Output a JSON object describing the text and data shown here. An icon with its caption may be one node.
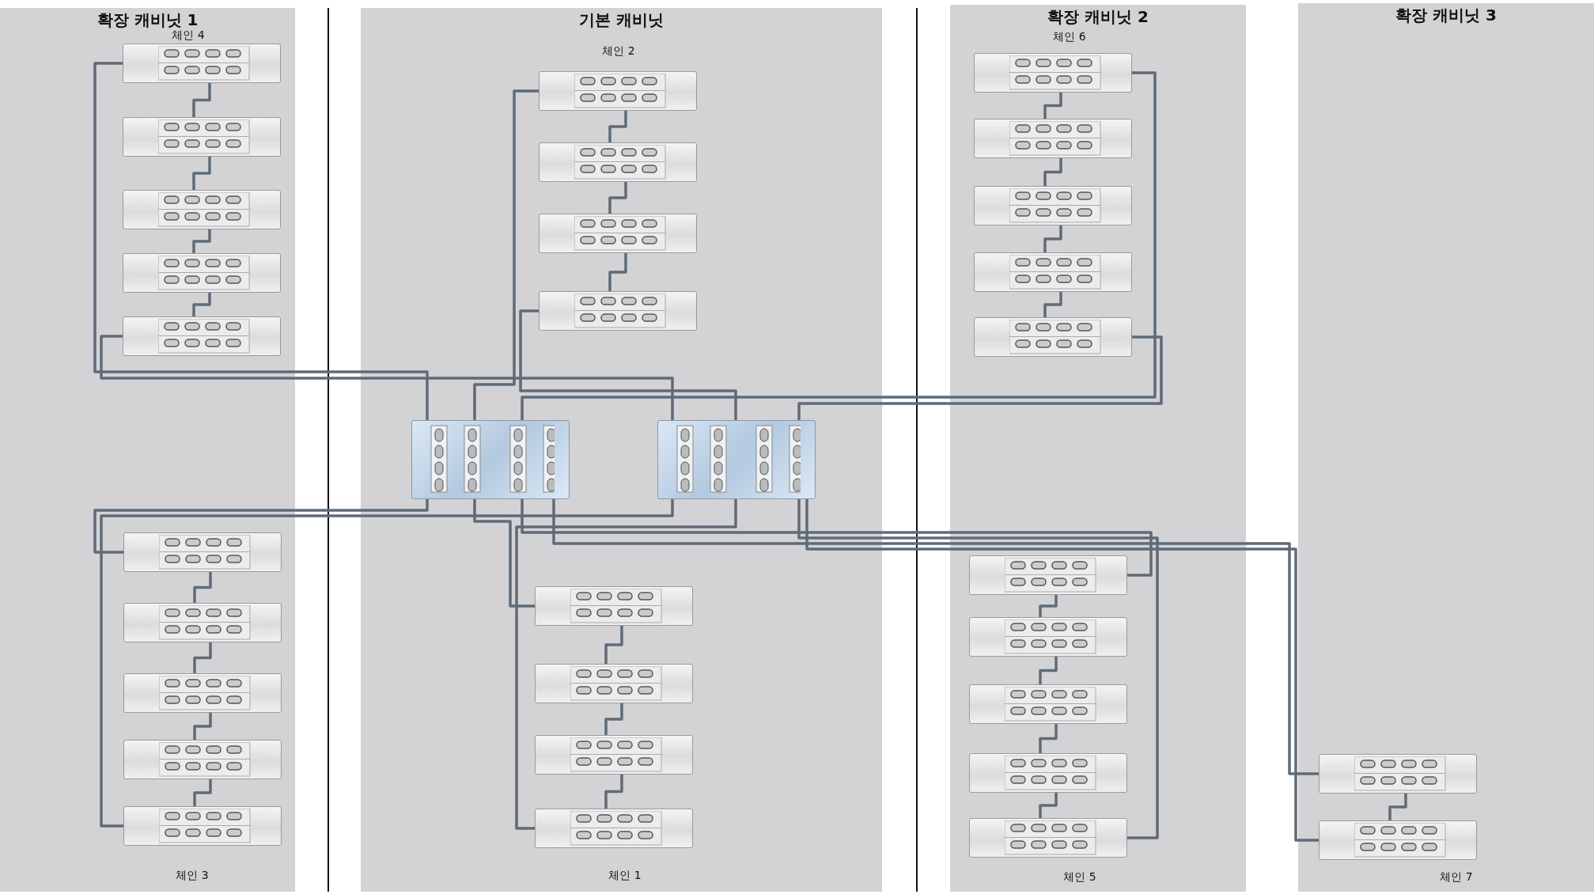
{
  "diagram": {
    "nodes": [
      {
        "text": [
          "확장 캐비닛 1"
        ]
      },
      {
        "text": [
          "기본 캐비닛"
        ]
      },
      {
        "text": [
          "확장 캐비닛 2"
        ]
      },
      {
        "text": [
          "확장 캐비닛 3"
        ]
      },
      {
        "text": [],
        "shape": "box",
        "in": 1
      },
      {
        "text": [],
        "shape": "box",
        "in": 1
      },
      {
        "text": [],
        "shape": "box",
        "in": 0
      },
      {
        "text": [],
        "shape": "box",
        "in": 0
      },
      {
        "text": [],
        "shape": "box",
        "in": 0
      },
      {
        "text": [],
        "shape": "box",
        "in": 0
      },
      {
        "text": [],
        "shape": "box",
        "in": 0
      },
      {
        "text": [],
        "shape": "box",
        "in": 1
      },
      {
        "text": [],
        "shape": "box",
        "in": 1
      },
      {
        "text": [],
        "shape": "box",
        "in": 1
      },
      {
        "text": [],
        "shape": "box",
        "in": 1
      },
      {
        "text": [],
        "shape": "box",
        "in": 2
      },
      {
        "text": [],
        "shape": "box",
        "in": 2
      },
      {
        "text": [],
        "shape": "box",
        "in": 2
      },
      {
        "text": [],
        "shape": "box",
        "in": 2
      },
      {
        "text": [],
        "shape": "box",
        "in": 2
      },
      {
        "text": [],
        "shape": "box",
        "in": 0
      },
      {
        "text": [],
        "shape": "box",
        "in": 0
      },
      {
        "text": [],
        "shape": "box",
        "in": 0
      },
      {
        "text": [],
        "shape": "box",
        "in": 0
      },
      {
        "text": [],
        "shape": "box",
        "in": 0
      },
      {
        "text": [],
        "shape": "box",
        "in": 1
      },
      {
        "text": [],
        "shape": "box",
        "in": 1
      },
      {
        "text": [],
        "shape": "box",
        "in": 1
      },
      {
        "text": [],
        "shape": "box",
        "in": 1
      },
      {
        "text": [],
        "shape": "box",
        "in": 2
      },
      {
        "text": [],
        "shape": "box",
        "in": 2
      },
      {
        "text": [],
        "shape": "box",
        "in": 2
      },
      {
        "text": [],
        "shape": "box",
        "in": 2
      },
      {
        "text": [],
        "shape": "box",
        "in": 2
      },
      {
        "text": [],
        "shape": "box",
        "in": 3
      },
      {
        "text": [],
        "shape": "box",
        "in": 3
      }
    ],
    "edges": [
      {
        "from": 6,
        "to": 7,
        "arrow": "none"
      },
      {
        "from": 7,
        "to": 8,
        "arrow": "none"
      },
      {
        "from": 8,
        "to": 9,
        "arrow": "none"
      },
      {
        "from": 9,
        "to": 10,
        "arrow": "none"
      },
      {
        "from": 11,
        "to": 12,
        "arrow": "none"
      },
      {
        "from": 12,
        "to": 13,
        "arrow": "none"
      },
      {
        "from": 13,
        "to": 14,
        "arrow": "none"
      },
      {
        "from": 15,
        "to": 16,
        "arrow": "none"
      },
      {
        "from": 16,
        "to": 17,
        "arrow": "none"
      },
      {
        "from": 17,
        "to": 18,
        "arrow": "none"
      },
      {
        "from": 18,
        "to": 19,
        "arrow": "none"
      },
      {
        "from": 20,
        "to": 21,
        "arrow": "none"
      },
      {
        "from": 21,
        "to": 22,
        "arrow": "none"
      },
      {
        "from": 22,
        "to": 23,
        "arrow": "none"
      },
      {
        "from": 23,
        "to": 24,
        "arrow": "none"
      },
      {
        "from": 25,
        "to": 26,
        "arrow": "none"
      },
      {
        "from": 26,
        "to": 27,
        "arrow": "none"
      },
      {
        "from": 27,
        "to": 28,
        "arrow": "none"
      },
      {
        "from": 29,
        "to": 30,
        "arrow": "none"
      },
      {
        "from": 30,
        "to": 31,
        "arrow": "none"
      },
      {
        "from": 31,
        "to": 32,
        "arrow": "none"
      },
      {
        "from": 32,
        "to": 33,
        "arrow": "none"
      },
      {
        "from": 34,
        "to": 35,
        "arrow": "none"
      },
      {
        "from": 4,
        "to": 6,
        "arrow": "none"
      },
      {
        "from": 5,
        "to": 10,
        "arrow": "none"
      },
      {
        "from": 4,
        "to": 11,
        "arrow": "none"
      },
      {
        "from": 5,
        "to": 14,
        "arrow": "none"
      },
      {
        "from": 4,
        "to": 15,
        "arrow": "none"
      },
      {
        "from": 5,
        "to": 19,
        "arrow": "none"
      },
      {
        "from": 4,
        "to": 20,
        "arrow": "none"
      },
      {
        "from": 5,
        "to": 24,
        "arrow": "none"
      },
      {
        "from": 4,
        "to": 25,
        "arrow": "none"
      },
      {
        "from": 5,
        "to": 28,
        "arrow": "none"
      },
      {
        "from": 4,
        "to": 29,
        "arrow": "none"
      },
      {
        "from": 5,
        "to": 33,
        "arrow": "none"
      },
      {
        "from": 4,
        "to": 34,
        "arrow": "none"
      },
      {
        "from": 5,
        "to": 35,
        "arrow": "none"
      }
    ],
    "labels": [
      "체인 4",
      "체인 2",
      "체인 6",
      "체인 3",
      "체인 1",
      "체인 5",
      "체인 7"
    ]
  }
}
